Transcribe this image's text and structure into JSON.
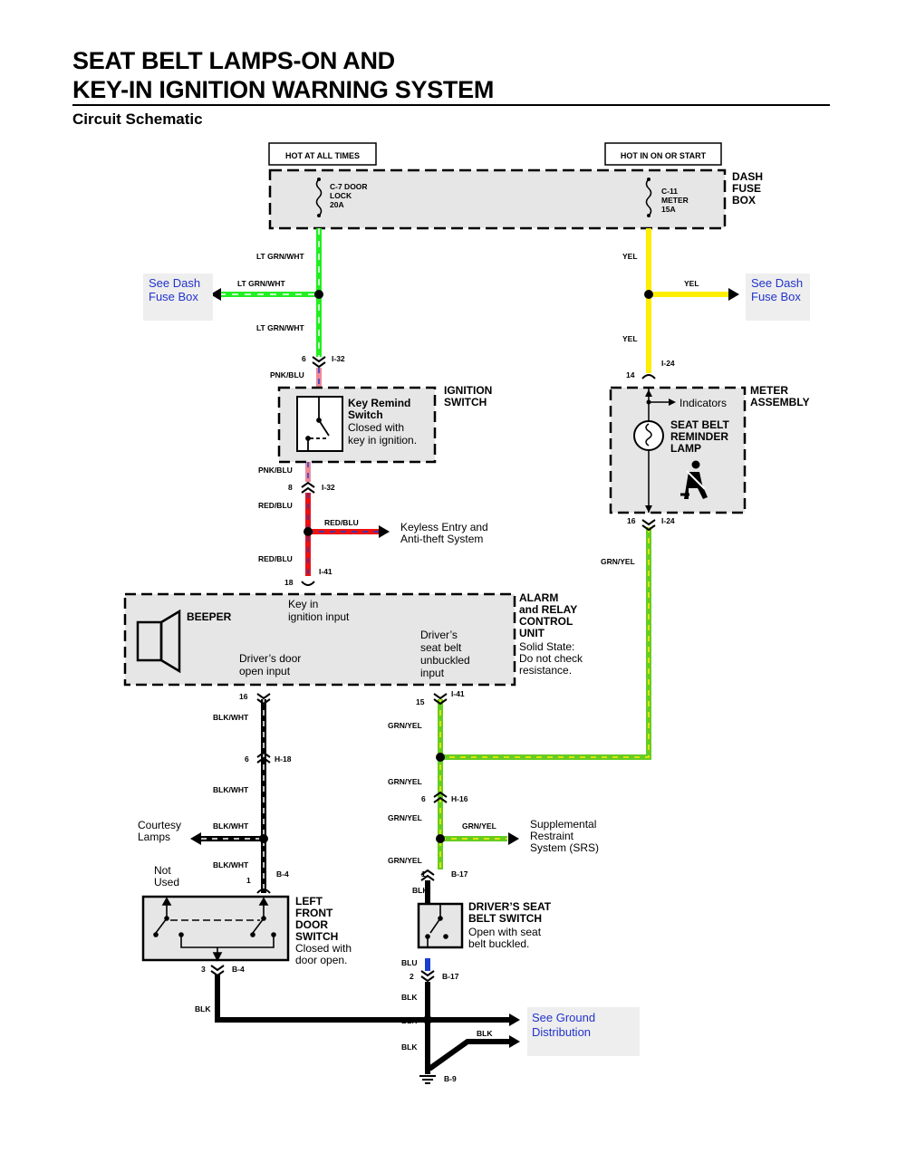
{
  "title": {
    "line1": "SEAT BELT LAMPS-ON AND",
    "line2": "KEY-IN IGNITION WARNING SYSTEM",
    "subtitle": "Circuit Schematic"
  },
  "colors": {
    "lt_grn_wht": "#22ee22",
    "yel": "#ffee00",
    "pnk": "#ee8899",
    "red": "#ee1111",
    "blu": "#1a3fcc",
    "grn": "#66cc22",
    "blk": "#000000",
    "link": "#2233cc",
    "box_fill": "#e6e6e6"
  },
  "power": {
    "hot_all_times": "HOT AT ALL TIMES",
    "hot_on_start": "HOT IN ON OR START"
  },
  "dash_fuse_box": {
    "label": [
      "DASH",
      "FUSE",
      "BOX"
    ],
    "fuse_left": [
      "C-7 DOOR",
      "LOCK",
      "20A"
    ],
    "fuse_right": [
      "C-11",
      "METER",
      "15A"
    ]
  },
  "references": {
    "see_dash_left": [
      "See Dash",
      "Fuse Box"
    ],
    "see_dash_right": [
      "See Dash",
      "Fuse Box"
    ],
    "see_ground": [
      "See Ground",
      "Distribution"
    ]
  },
  "ignition_switch": {
    "label": [
      "IGNITION",
      "SWITCH"
    ],
    "key_remind": [
      "Key Remind",
      "Switch"
    ],
    "desc": [
      "Closed with",
      "key in ignition."
    ]
  },
  "meter_assembly": {
    "label": [
      "METER",
      "ASSEMBLY"
    ],
    "indicators": "Indicators",
    "lamp": [
      "SEAT BELT",
      "REMINDER",
      "LAMP"
    ]
  },
  "keyless": [
    "Keyless Entry and",
    "Anti-theft System"
  ],
  "alarm_unit": {
    "label": [
      "ALARM",
      "and RELAY",
      "CONTROL",
      "UNIT"
    ],
    "desc": [
      "Solid State:",
      "Do not check",
      "resistance."
    ],
    "beeper": "BEEPER",
    "key_in": [
      "Key in",
      "ignition input"
    ],
    "door_input": [
      "Driver’s  door",
      "open input"
    ],
    "belt_input": [
      "Driver’s",
      "seat belt",
      "unbuckled",
      "input"
    ]
  },
  "courtesy": [
    "Courtesy",
    "Lamps"
  ],
  "srs": [
    "Supplemental",
    "Restraint",
    "System (SRS)"
  ],
  "not_used": [
    "Not",
    "Used"
  ],
  "door_switch": {
    "label": [
      "LEFT",
      "FRONT",
      "DOOR",
      "SWITCH"
    ],
    "desc": [
      "Closed with",
      "door open."
    ]
  },
  "belt_switch": {
    "label": [
      "DRIVER’S SEAT",
      "BELT SWITCH"
    ],
    "desc": [
      "Open with seat",
      "belt buckled."
    ]
  },
  "wires": {
    "lt_grn_wht": "LT GRN/WHT",
    "yel": "YEL",
    "pnk_blu": "PNK/BLU",
    "red_blu": "RED/BLU",
    "grn_yel": "GRN/YEL",
    "blk_wht": "BLK/WHT",
    "blk": "BLK",
    "blu": "BLU"
  },
  "connectors": {
    "i32": "I-32",
    "i24": "I-24",
    "i41": "I-41",
    "h18": "H-18",
    "h16": "H-16",
    "b4": "B-4",
    "b17": "B-17",
    "b9": "B-9"
  },
  "pins": {
    "p6": "6",
    "p14": "14",
    "p8": "8",
    "p16": "16",
    "p18": "18",
    "p15": "15",
    "p1": "1",
    "p3": "3",
    "p2": "2"
  }
}
